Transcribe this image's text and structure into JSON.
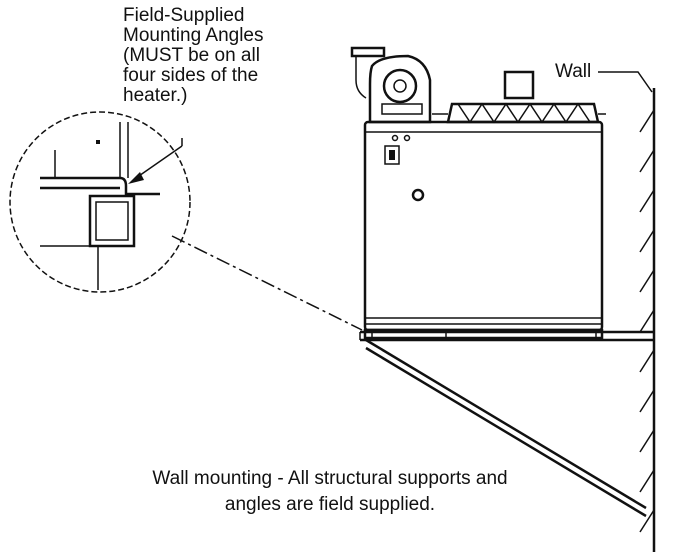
{
  "callout": {
    "lines": [
      "Field-Supplied",
      "Mounting Angles",
      "(MUST be on all",
      "four sides of the",
      "heater.)"
    ]
  },
  "wall_label": "Wall",
  "caption": {
    "lines": [
      "Wall mounting - All structural supports and",
      "angles are field supplied."
    ]
  }
}
